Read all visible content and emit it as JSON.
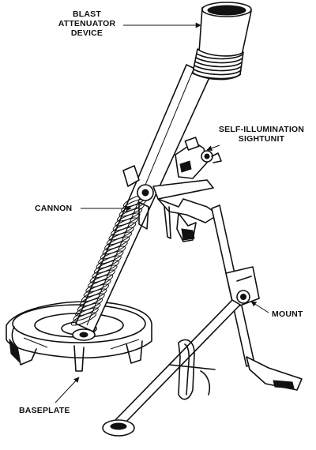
{
  "labels": {
    "blast_attenuator_device": "BLAST\nATTENUATOR\nDEVICE",
    "self_illumination_sightunit": "SELF-ILLUMINATION\nSIGHTUNIT",
    "cannon": "CANNON",
    "mount": "MOUNT",
    "baseplate": "BASEPLATE"
  }
}
